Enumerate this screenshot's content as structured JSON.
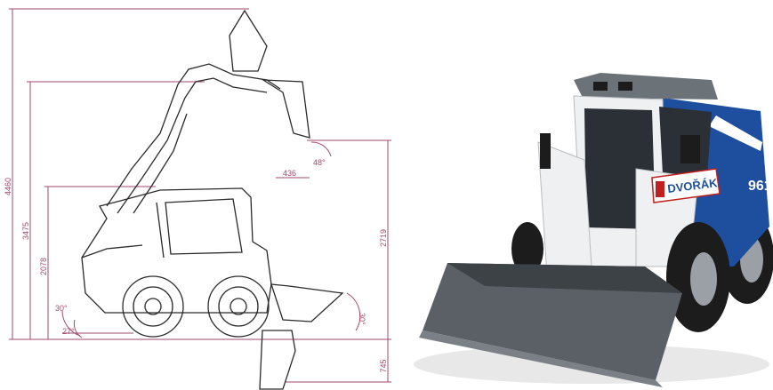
{
  "drawing": {
    "dimensions": {
      "total_height": "4460",
      "pin_height": "3475",
      "dump_height": "2078",
      "vertical_reach": "2719",
      "dig_depth": "745",
      "dump_reach": "436",
      "dump_angle": "48°",
      "rollback_angle": "30°",
      "departure_angle": "30°",
      "approach_angle": "27°"
    }
  },
  "photo": {
    "brand_text": "DVOŘÁK",
    "model_number": "961",
    "colors": {
      "body_blue": "#1e4f9e",
      "cab_white": "#eef0f2",
      "bucket_gray": "#5b6066",
      "tire_black": "#1c1c1c",
      "brand_red": "#c0201e",
      "dimension_line": "#a24a6c"
    }
  }
}
